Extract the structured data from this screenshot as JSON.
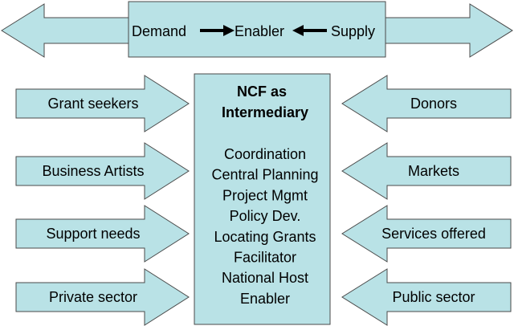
{
  "top_banner": {
    "left_label": "Demand",
    "center_label": "Enabler",
    "right_label": "Supply"
  },
  "center_box": {
    "title_line1": "NCF as",
    "title_line2": "Intermediary",
    "roles": [
      "Coordination",
      "Central Planning",
      "Project Mgmt",
      "Policy Dev.",
      "Locating Grants",
      "Facilitator",
      "National Host",
      "Enabler"
    ]
  },
  "demand_arrows": [
    "Grant seekers",
    "Business Artists",
    "Support needs",
    "Private sector"
  ],
  "supply_arrows": [
    "Donors",
    "Markets",
    "Services offered",
    "Public sector"
  ],
  "colors": {
    "fill": "#b9e2e6",
    "stroke": "#4a4a4a",
    "text": "#000000",
    "connector": "#000000"
  }
}
